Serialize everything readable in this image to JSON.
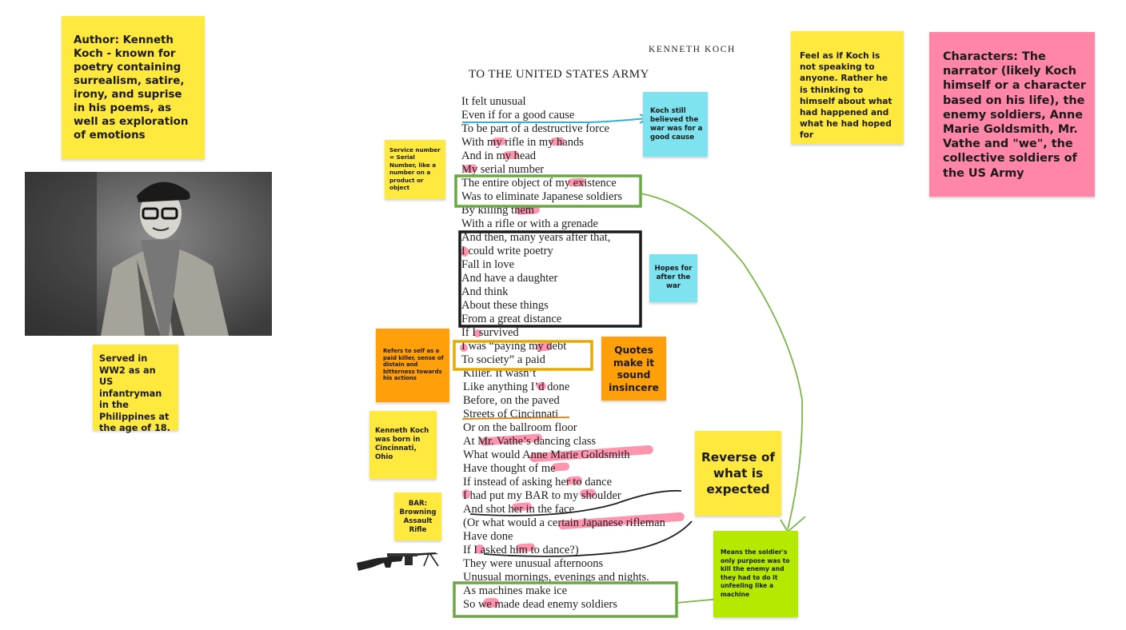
{
  "notes": {
    "author": "Author: Kenneth Koch - known for poetry containing surrealism, satire, irony, and suprise in his poems, as well as exploration of emotions",
    "served": "Served in WW2 as an US infantryman in the Philippines at the age of 18.",
    "service_number": "Service number = Serial Number, like a number on a product or object",
    "refers_to_self": "Refers to self as a paid killer, sense of distain and bitterness towards his actions",
    "born": "Kenneth Koch was born in Cincinnati, Ohio",
    "bar": "BAR: Browning Assault Rifle",
    "still_believed": "Koch still believed the war was for a good cause",
    "hopes": "Hopes for after the war",
    "quotes": "Quotes make it sound insincere",
    "reverse": "Reverse of what is expected",
    "means": "Means the soldier's only purpose was to kill the enemy and they had to do it unfeeling like a machine",
    "feel_as_if": "Feel as if Koch is not speaking to anyone. Rather he is thinking to himself about what had happened and what he had hoped for",
    "characters": "Characters: The narrator (likely Koch himself or a character based on his life), the enemy soldiers, Anne Marie Goldsmith, Mr. Vathe and \"we\", the collective soldiers of the US Army"
  },
  "poem": {
    "author": "KENNETH KOCH",
    "title": "TO THE UNITED STATES ARMY",
    "lines": [
      "It felt unusual",
      "Even if for a good cause",
      "To be part of a destructive force",
      "With my rifle in my hands",
      "And in my head",
      "My serial number",
      "The entire object of my existence",
      "Was to eliminate Japanese soldiers",
      "By killing them",
      "With a rifle or with a grenade",
      "And then, many years after that,",
      "I could write poetry",
      "Fall in love",
      "And have a daughter",
      "And think",
      "About these things",
      "From a great distance",
      "If I survived",
      "I was “paying my debt",
      "To society” a paid",
      "Killer. It wasn’t",
      "Like anything I’d done",
      "Before, on the paved",
      "Streets of Cincinnati",
      "Or on the ballroom floor",
      "At Mr. Vathe’s dancing class",
      "What would Anne Marie Goldsmith",
      "Have thought of me",
      "If instead of asking her to dance",
      "I had put my BAR to my shoulder",
      "And shot her in the face",
      "(Or what would a certain Japanese rifleman",
      "Have done",
      "If I asked him to dance?)",
      "They were unusual afternoons",
      "Unusual mornings, evenings and nights.",
      "As machines make ice",
      "So we made dead enemy soldiers"
    ]
  },
  "colors": {
    "yellow_note": "#ffe93f",
    "cyan_note": "#7ee3ee",
    "pink_note": "#ff86a8",
    "orange_note": "#ff9f0a",
    "lime_note": "#b5ea00",
    "green_box": "#6aa843",
    "black_box": "#1a1a1a",
    "gold_box": "#e8a800",
    "blue_arrow": "#2fb3d4",
    "highlight": "#ff3c6e"
  }
}
